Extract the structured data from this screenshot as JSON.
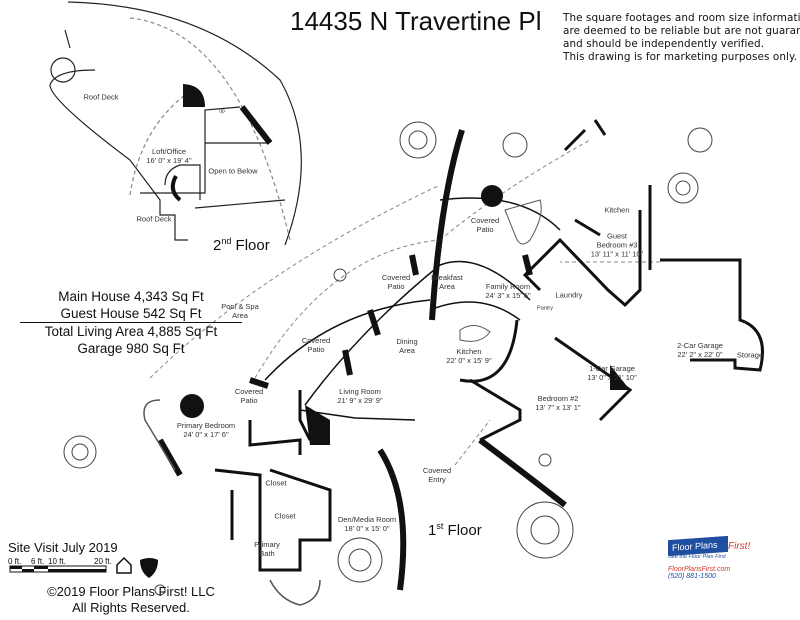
{
  "title": "14435 N Travertine Pl",
  "disclaimer": [
    "The square footages and room size information",
    "are deemed to be reliable but are not guaranteed",
    "and should be independently verified.",
    "This drawing is for marketing purposes only."
  ],
  "square_footage": {
    "main_house": "Main House 4,343 Sq Ft",
    "guest_house": "Guest House 542 Sq Ft",
    "total_living": "Total Living Area 4,885 Sq Ft",
    "garage": "Garage 980 Sq Ft"
  },
  "second_floor": {
    "label": "2nd Floor",
    "rooms": {
      "roof_deck_1": "Roof Deck",
      "loft_name": "Loft/Office",
      "loft_size": "16' 0\" x 19' 4\"",
      "open_below": "Open to Below",
      "roof_deck_2": "Roof Deck",
      "up": "up"
    }
  },
  "first_floor": {
    "label": "1st Floor",
    "rooms": {
      "pool_spa": [
        "Pool & Spa",
        "Area"
      ],
      "covered_patio_a": [
        "Covered",
        "Patio"
      ],
      "covered_patio_b": [
        "Covered",
        "Patio"
      ],
      "covered_patio_c": [
        "Covered",
        "Patio"
      ],
      "covered_patio_d": [
        "Covered",
        "Patio"
      ],
      "breakfast": [
        "Breakfast",
        "Area"
      ],
      "family_room": [
        "Family Room",
        "24' 3\" x 15' 6\""
      ],
      "dining": [
        "Dining",
        "Area"
      ],
      "kitchen_main": [
        "Kitchen",
        "22' 0\" x 15' 9\""
      ],
      "laundry": "Laundry",
      "pantry": "Pantry",
      "guest_kitchen": "Kitchen",
      "guest_bedroom": [
        "Guest",
        "Bedroom #3",
        "13' 11\" x 11' 10\""
      ],
      "two_car_garage": [
        "2-Car Garage",
        "22' 2\" x 22' 0\""
      ],
      "storage": "Storage",
      "one_car_garage": [
        "1-Car Garage",
        "13' 0\" x 21' 10\""
      ],
      "bedroom2": [
        "Bedroom #2",
        "13' 7\" x 13' 1\""
      ],
      "living_room": [
        "Living Room",
        "21' 9\" x 29' 9\""
      ],
      "primary_bedroom": [
        "Primary Bedroom",
        "24' 0\" x 17' 6\""
      ],
      "closet_1": "Closet",
      "closet_2": "Closet",
      "den": [
        "Den/Media Room",
        "18' 0\" x 15' 0\""
      ],
      "primary_bath": [
        "Primary",
        "Bath"
      ],
      "covered_entry": [
        "Covered",
        "Entry"
      ]
    }
  },
  "site_visit": "Site Visit July 2019",
  "scale": {
    "t0": "0 ft.",
    "t6": "6 ft.",
    "t10": "10 ft.",
    "t20": "20 ft."
  },
  "copyright": [
    "©2019 Floor Plans First! LLC",
    "All Rights Reserved."
  ],
  "logo": {
    "brand": "Floor Plans",
    "brand_accent": "First!",
    "tagline": "See the Floor Plan First",
    "website": "FloorPlansFirst.com",
    "phone": "(520) 881-1500"
  },
  "colors": {
    "wall": "#111111",
    "logo_blue": "#1f4fa0",
    "logo_red": "#d23a2a"
  }
}
